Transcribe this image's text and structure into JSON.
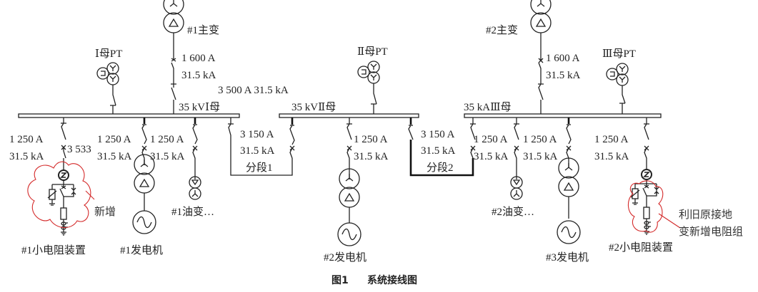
{
  "caption": {
    "figure_no": "图1",
    "title": "系统接线图"
  },
  "transformers": {
    "main1": "#1主变",
    "main2": "#2主变"
  },
  "pts": {
    "pt1": "Ⅰ母PT",
    "pt2": "Ⅱ母PT",
    "pt3": "Ⅲ母PT"
  },
  "buses": {
    "bus1": "35 kVⅠ母",
    "bus2": "35 kVⅡ母",
    "bus3": "35 kAⅢ母",
    "bus_rating": "3 500 A  31.5 kA"
  },
  "ratings": {
    "main1": [
      "1 600 A",
      "31.5 kA"
    ],
    "main2": [
      "1 600 A",
      "31.5 kA"
    ],
    "f_res1": [
      "1 250 A",
      "31.5 kA"
    ],
    "f_res1_tag": "3 533",
    "f_gen1": [
      "1 250 A",
      "31.5 kA"
    ],
    "f_oil1": [
      "1 250 A",
      "31.5 kA"
    ],
    "sec1": [
      "3 150 A",
      "31.5 kA",
      "分段1"
    ],
    "f_gen2": [
      "1 250 A",
      "31.5 kA"
    ],
    "sec2": [
      "3 150 A",
      "31.5 kA",
      "分段2"
    ],
    "f_oil2": [
      "1 250 A",
      "31.5 kA"
    ],
    "f_gen3": [
      "1 250 A",
      "31.5 kA"
    ],
    "f_res2": [
      "1 250 A",
      "31.5 kA"
    ]
  },
  "equipment": {
    "res1": "#1小电阻装置",
    "gen1": "#1发电机",
    "oil1": "#1油变…",
    "gen2": "#2发电机",
    "oil2": "#2油变…",
    "gen3": "#3发电机",
    "res2": "#2小电阻装置"
  },
  "annotations": {
    "new": "新增",
    "reuse_line1": "利旧原接地",
    "reuse_line2": "变新增电阻组"
  },
  "colors": {
    "line": "#222222",
    "annotation": "#d42a2a"
  }
}
